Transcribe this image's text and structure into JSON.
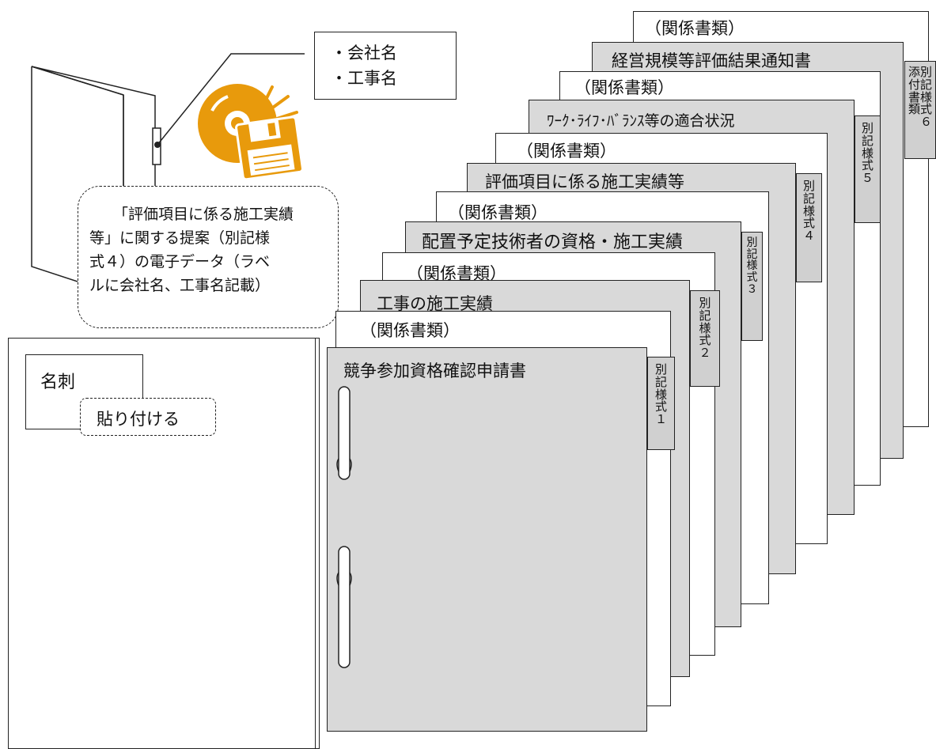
{
  "folder_label": {
    "line1": "・会社名",
    "line2": "・工事名"
  },
  "disk_note": "「評価項目に係る施工実績等」に関する提案（別記様式４）の電子データ（ラベルに会社名、工事名記載）",
  "disk_note_lines": [
    "「評価項目に係る施工実績",
    "等」に関する提案（別記様",
    "式４）の電子データ（ラベ",
    "ルに会社名、工事名記載）"
  ],
  "business_card": {
    "label": "名刺",
    "paste_note": "貼り付ける"
  },
  "documents": {
    "form1": {
      "cover_title": "競争参加資格確認申請書",
      "tab_label": "別記様式１"
    },
    "form2": {
      "related_label": "（関係書類）",
      "cover_title": "工事の施工実績",
      "tab_label": "別記様式２"
    },
    "form3": {
      "related_label": "（関係書類）",
      "cover_title": "配置予定技術者の資格・施工実績",
      "tab_label": "別記様式３"
    },
    "form4": {
      "related_label": "（関係書類）",
      "cover_title": "評価項目に係る施工実績等",
      "tab_label": "別記様式４"
    },
    "form5": {
      "related_label": "（関係書類）",
      "cover_title": "ﾜｰｸ･ﾗｲﾌ･ﾊﾞﾗﾝｽ等の適合状況",
      "tab_label": "別記様式５"
    },
    "form6": {
      "related_label": "（関係書類）",
      "cover_title": "経営規模等評価結果通知書",
      "tab_label_col1": "別記様式６",
      "tab_label_col2": "添付書類"
    }
  },
  "colors": {
    "disk_orange": "#e89a0c",
    "cover_gray": "#d9d9d9",
    "tab_gray": "#d0d0d0"
  },
  "icons": [
    "open-folder-icon",
    "cd-disc-icon",
    "floppy-disk-icon"
  ]
}
